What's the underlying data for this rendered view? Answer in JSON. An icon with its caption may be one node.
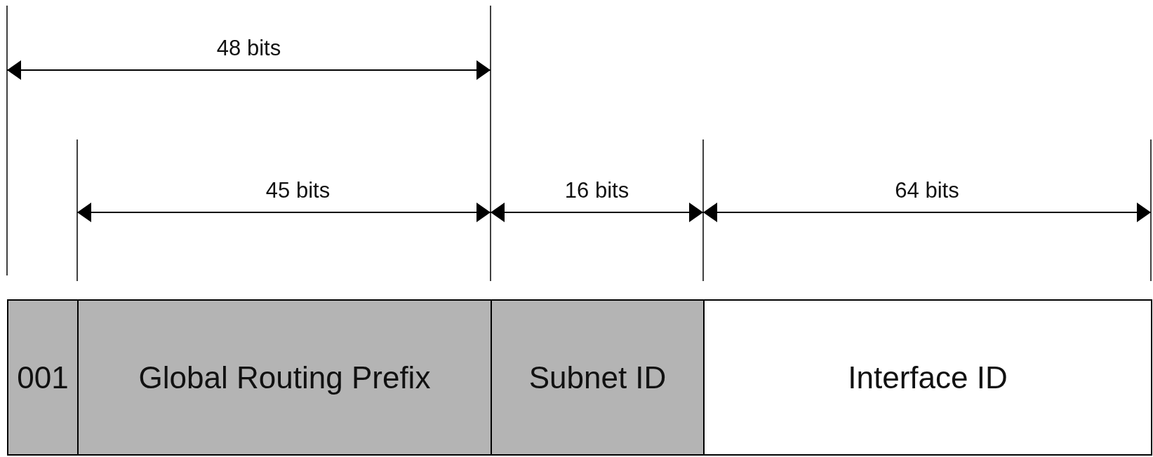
{
  "diagram": {
    "nodes": [
      {
        "text": [
          "001"
        ]
      },
      {
        "text": [
          "Global Routing Prefix"
        ]
      },
      {
        "text": [
          "Subnet ID"
        ]
      },
      {
        "text": [
          "Interface ID"
        ]
      }
    ],
    "labels": [
      "48 bits",
      "45 bits",
      "16 bits",
      "64 bits"
    ]
  }
}
